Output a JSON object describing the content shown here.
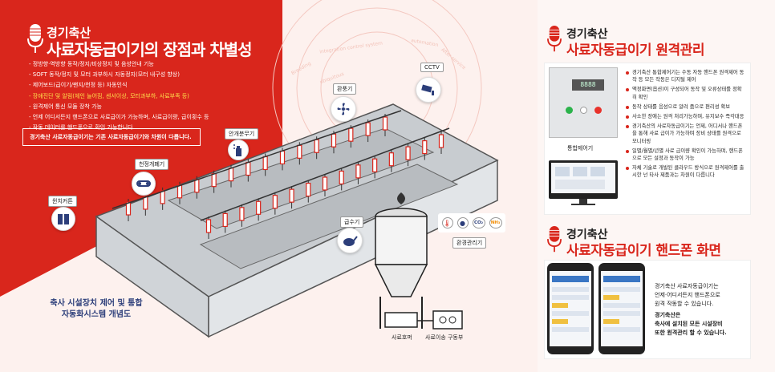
{
  "left": {
    "subtitle": "경기축산",
    "title": "사료자동급이기의 장점과 차별성",
    "bullets": [
      {
        "text": "정방향·역방향 동작/정지/비상정지 및 음성안내 기능",
        "hl": false
      },
      {
        "text": "SOFT 동작/정지 및 모터 과부하시 자동정지(모터 내구성 향상)",
        "hl": false
      },
      {
        "text": "제어보드(급이기/팬지/천정 등) 자동인식",
        "hl": false
      },
      {
        "text": "장애진단 및 알림(체인 늘어짐, 센서이상, 모터과부하, 사료부족 등)",
        "hl": true
      },
      {
        "text": "원격제어 통신 모듈 장착 가능",
        "hl": false
      },
      {
        "text": "언제 어디서든지 핸드폰으로 사료급이가 가능하며, 사료급이량, 급이횟수 등",
        "hl": false
      },
      {
        "text": "작동 데이터를 핸드폰으로 확인 가능합니다.",
        "hl": false
      }
    ],
    "note": "경기축산 사료자동급이기는 기존 사료자동급이기와 차원이 다릅니다.",
    "bottom_label_1": "축사 시설장치 제어 및 통합",
    "bottom_label_2": "자동화시스템 개념도"
  },
  "diagram": {
    "labels": {
      "cctv": "CCTV",
      "fan": "환풍기",
      "sprayer": "안개분무기",
      "ceiling": "천정개폐기",
      "winch": "윈치커튼",
      "water": "급수기",
      "env": "환경관리기",
      "feed_bin": "사료호퍼",
      "feed_drive": "사료이송 구동부"
    },
    "env_items": [
      "CO₂",
      "NH₃"
    ],
    "watermarks": [
      "integration control system",
      "automation",
      "After service",
      "ubiquitous",
      "Breeding"
    ]
  },
  "remote": {
    "subtitle": "경기축산",
    "title": "사료자동급이기 원격관리",
    "controller_display": "8888",
    "controller_caption": "통합제어기",
    "bullets": [
      "경기축산 통합제어기는 수동 자동 핸드폰 원격제어 동작 등 모든 작동은 디지털 제어",
      "액정화면(옵션)이 구성되어 동작 및 오류상태를 정확히 확인",
      "동작 상태를 음성으로 알려 줌으로 편리성 확보",
      "사소한 장애는 원격 처리가능하며, 유지보수 즉각대응",
      "경기축산의 사료자동급이기는 언제, 어디서나 핸드폰을 통해 사료 급이가 가능하며 장비 상태를 원격으로 모니터링",
      "일별/월별/년별 사료 급이량 확인이 가능하며, 핸드폰으로 모든 설정과 동작이 가능",
      "자체 기술로 개발된 클라우드 방식으로 원격제어를 출시한 넌 타사 제품과는 차원이 다릅니다"
    ]
  },
  "phone": {
    "subtitle": "경기축산",
    "title": "사료자동급이기 핸드폰 화면",
    "text1_lines": [
      "경기축산 사료자동급이기는",
      "언제·어디서든지 핸드폰으로",
      "원격 작동할 수 있습니다."
    ],
    "text2_lines": [
      "경기축산은",
      "축사에 설치된 모든 시설장비",
      "또한 원격관리 할 수 있습니다."
    ]
  },
  "colors": {
    "red": "#d9261c",
    "navy": "#2c3e7a",
    "pale": "#fdf1ee"
  }
}
